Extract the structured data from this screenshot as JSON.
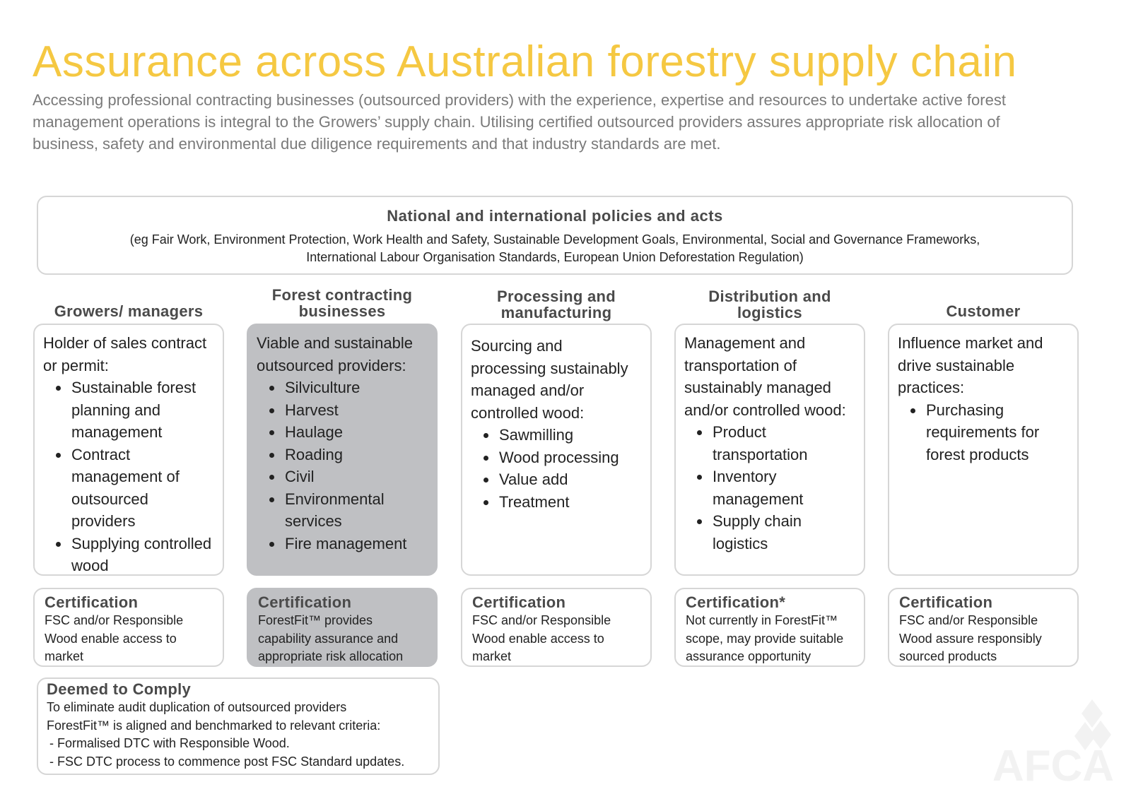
{
  "title": "Assurance across Australian forestry supply chain",
  "intro": "Accessing professional contracting businesses (outsourced providers) with the experience, expertise and resources to undertake active forest management operations is integral to the Growers’ supply chain. Utilising certified outsourced providers assures appropriate risk allocation of business, safety and environmental due diligence requirements and that industry standards are met.",
  "policies": {
    "title": "National and international policies and acts",
    "line1": "(eg Fair Work, Environment Protection, Work Health and Safety, Sustainable Development Goals, Environmental, Social and Governance Frameworks,",
    "line2": "International Labour Organisation Standards, European Union Deforestation Regulation)"
  },
  "columns": [
    {
      "heading": "Growers/ managers",
      "intro": "Holder of sales contract or permit:",
      "items": [
        "Sustainable forest planning and management",
        "Contract management of outsourced providers",
        "Supplying controlled wood"
      ],
      "cert_title": "Certification",
      "cert_body": "FSC and/or Responsible Wood enable access to market"
    },
    {
      "heading": "Forest contracting businesses",
      "intro": "Viable and sustainable outsourced providers:",
      "items": [
        "Silviculture",
        "Harvest",
        "Haulage",
        "Roading",
        "Civil",
        "Environmental services",
        "Fire management"
      ],
      "cert_title": "Certification",
      "cert_body": "ForestFit™ provides capability assurance and appropriate risk allocation"
    },
    {
      "heading": "Processing and manufacturing",
      "intro": "Sourcing and processing sustainably managed and/or controlled wood:",
      "items": [
        "Sawmilling",
        "Wood processing",
        "Value add",
        "Treatment"
      ],
      "cert_title": "Certification",
      "cert_body": "FSC and/or Responsible Wood enable access to market"
    },
    {
      "heading": "Distribution and logistics",
      "intro": "Management and transportation of sustainably managed and/or controlled wood:",
      "items": [
        "Product transportation",
        "Inventory management",
        "Supply chain logistics"
      ],
      "cert_title": "Certification*",
      "cert_body": "Not currently in ForestFit™ scope, may provide suitable assurance opportunity"
    },
    {
      "heading": "Customer",
      "intro": "Influence market and drive sustainable practices:",
      "items": [
        "Purchasing requirements for forest products"
      ],
      "cert_title": "Certification",
      "cert_body": "FSC and/or Responsible Wood assure responsibly sourced products"
    }
  ],
  "dtc": {
    "title": "Deemed to Comply",
    "line1": "To eliminate audit duplication of outsourced providers",
    "line2": "ForestFit™ is aligned and benchmarked to relevant criteria:",
    "item1": "- Formalised DTC with Responsible Wood.",
    "item2": "- FSC DTC process to commence post FSC Standard updates."
  },
  "watermark": {
    "text": "AFCA",
    "color": "#f2f2f2"
  }
}
